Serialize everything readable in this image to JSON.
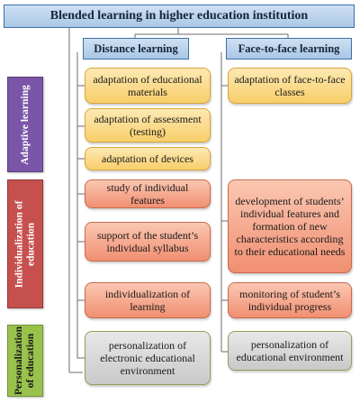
{
  "title": "Blended learning in higher education institution",
  "columns": {
    "distance": "Distance learning",
    "face": "Face-to-face learning"
  },
  "sections": {
    "adaptive": "Adaptive learning",
    "individualization_l1": "Individualization of",
    "individualization_l2": "education",
    "personalization_l1": "Personalization",
    "personalization_l2": "of education"
  },
  "distance_boxes": {
    "materials": "adaptation of educational materials",
    "assessment": "adaptation of assessment (testing)",
    "devices": "adaptation of devices",
    "features": "study of individual features",
    "syllabus": "support of the student’s individual syllabus",
    "learning": "individualization of learning",
    "environment": "personalization of electronic educational environment"
  },
  "face_boxes": {
    "classes": "adaptation of face-to-face classes",
    "development": "development of students’ individual features and formation of new characteristics according to their educational needs",
    "progress": "monitoring of student’s individual progress",
    "environment": "personalization of educational environment"
  },
  "colors": {
    "header_border": "#3e6fa8",
    "adaptive": "#7b55a8",
    "individualization": "#c6504d",
    "personalization": "#99c24d",
    "yellow_box": "#f8ce6a",
    "salmon_box": "#f08f71",
    "gray_box": "#c9c9c9"
  }
}
